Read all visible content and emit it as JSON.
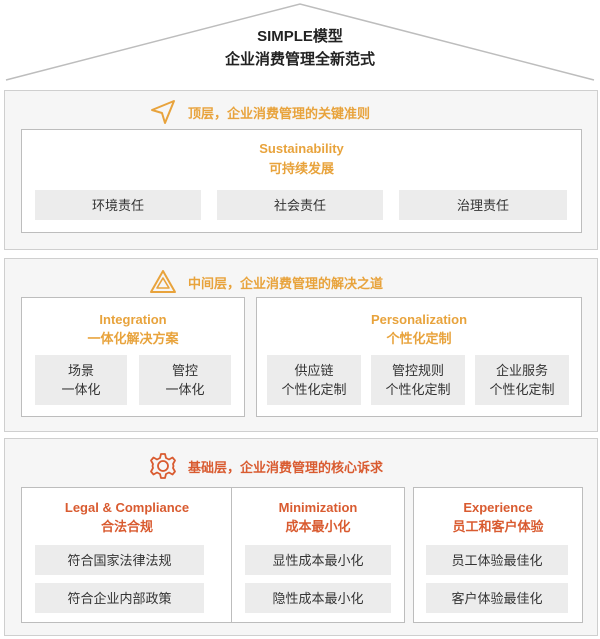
{
  "header": {
    "title_line1": "SIMPLE模型",
    "title_line2": "企业消费管理全新范式"
  },
  "top_layer": {
    "heading": "顶层，企业消费管理的关键准则",
    "icon": "navigation-arrow-icon",
    "box": {
      "title_en": "Sustainability",
      "title_cn": "可持续发展",
      "items": [
        "环境责任",
        "社会责任",
        "治理责任"
      ]
    }
  },
  "middle_layer": {
    "heading": "中间层，企业消费管理的解决之道",
    "icon": "triangle-cycle-icon",
    "integration": {
      "title_en": "Integration",
      "title_cn": "一体化解决方案",
      "items": [
        {
          "line1": "场景",
          "line2": "一体化"
        },
        {
          "line1": "管控",
          "line2": "一体化"
        }
      ]
    },
    "personalization": {
      "title_en": "Personalization",
      "title_cn": "个性化定制",
      "items": [
        {
          "line1": "供应链",
          "line2": "个性化定制"
        },
        {
          "line1": "管控规则",
          "line2": "个性化定制"
        },
        {
          "line1": "企业服务",
          "line2": "个性化定制"
        }
      ]
    }
  },
  "base_layer": {
    "heading": "基础层，企业消费管理的核心诉求",
    "icon": "gear-icon",
    "legal": {
      "title_en": "Legal & Compliance",
      "title_cn": "合法合规",
      "items": [
        "符合国家法律法规",
        "符合企业内部政策"
      ]
    },
    "minimization": {
      "title_en": "Minimization",
      "title_cn": "成本最小化",
      "items": [
        "显性成本最小化",
        "隐性成本最小化"
      ]
    },
    "experience": {
      "title_en": "Experience",
      "title_cn": "员工和客户体验",
      "items": [
        "员工体验最佳化",
        "客户体验最佳化"
      ]
    }
  },
  "colors": {
    "orange": "#e8a33c",
    "red": "#d95b30",
    "border": "#bdbdbd",
    "cell_bg": "#ececec",
    "panel_bg": "#f6f6f6"
  }
}
